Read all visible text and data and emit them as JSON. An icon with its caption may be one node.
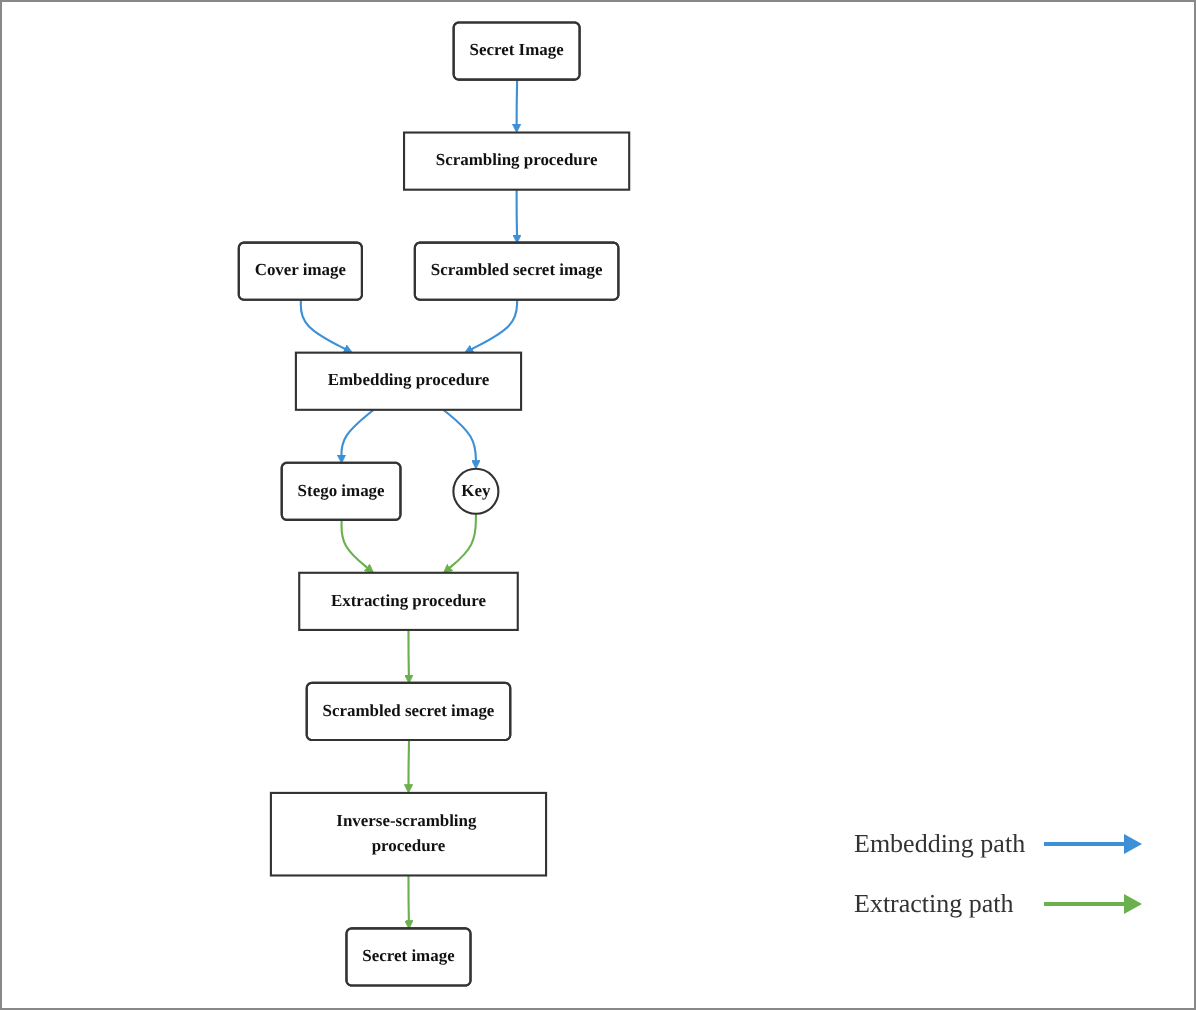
{
  "diagram": {
    "nodes": [
      {
        "text": [
          "Cover image"
        ]
      },
      {
        "text": [
          "Embedding procedure"
        ]
      },
      {
        "text": [
          "Secret Image"
        ]
      },
      {
        "text": [
          "Scrambled secret image"
        ]
      },
      {
        "text": [
          "Stego image"
        ]
      },
      {
        "text": [
          "Key"
        ]
      },
      {
        "text": [
          "Scrambling procedure"
        ]
      },
      {
        "text": [
          "Scrambled secret image"
        ]
      },
      {
        "text": [
          "Extracting procedure"
        ]
      },
      {
        "text": [
          "Inverse-scrambling procedure"
        ]
      },
      {
        "text": [
          "Secret image"
        ]
      }
    ],
    "edges": [
      {
        "from": 0,
        "to": 1,
        "arrow": "to"
      },
      {
        "from": 1,
        "to": 5,
        "arrow": "to"
      },
      {
        "from": 1,
        "to": 4,
        "arrow": "to"
      },
      {
        "from": 3,
        "to": 1,
        "arrow": "to"
      },
      {
        "from": 2,
        "to": 6,
        "arrow": "to"
      },
      {
        "from": 6,
        "to": 3,
        "arrow": "to"
      },
      {
        "from": 4,
        "to": 8,
        "arrow": "to",
        "color": "#6ab04c"
      },
      {
        "from": 5,
        "to": 8,
        "arrow": "to",
        "color": "#6ab04c"
      },
      {
        "from": 8,
        "to": 7,
        "arrow": "to",
        "color": "#6ab04c"
      },
      {
        "from": 7,
        "to": 9,
        "arrow": "to",
        "color": "#6ab04c"
      },
      {
        "from": 9,
        "to": 10,
        "arrow": "to",
        "color": "#6ab04c"
      }
    ],
    "legend": [
      {
        "text": "Embedding path"
      },
      {
        "text": "Extracting path"
      }
    ]
  }
}
